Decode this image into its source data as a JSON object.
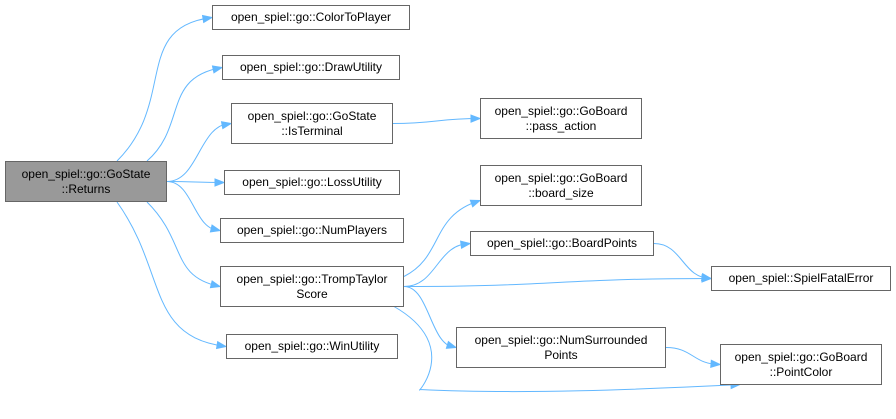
{
  "diagram": {
    "type": "call-graph",
    "colors": {
      "edge": "#63b8ff",
      "root_fill": "#999999",
      "node_border": "#666666",
      "node_fill": "#ffffff"
    },
    "nodes": [
      {
        "id": "returns",
        "lines": [
          "open_spiel::go::GoState",
          "::Returns"
        ],
        "root": true
      },
      {
        "id": "colortoplayer",
        "lines": [
          "open_spiel::go::ColorToPlayer"
        ]
      },
      {
        "id": "drawutility",
        "lines": [
          "open_spiel::go::DrawUtility"
        ]
      },
      {
        "id": "isterminal",
        "lines": [
          "open_spiel::go::GoState",
          "::IsTerminal"
        ]
      },
      {
        "id": "lossutility",
        "lines": [
          "open_spiel::go::LossUtility"
        ]
      },
      {
        "id": "numplayers",
        "lines": [
          "open_spiel::go::NumPlayers"
        ]
      },
      {
        "id": "tromptaylor",
        "lines": [
          "open_spiel::go::TrompTaylor",
          "Score"
        ]
      },
      {
        "id": "winutility",
        "lines": [
          "open_spiel::go::WinUtility"
        ]
      },
      {
        "id": "passaction",
        "lines": [
          "open_spiel::go::GoBoard",
          "::pass_action"
        ]
      },
      {
        "id": "boardsize",
        "lines": [
          "open_spiel::go::GoBoard",
          "::board_size"
        ]
      },
      {
        "id": "boardpoints",
        "lines": [
          "open_spiel::go::BoardPoints"
        ]
      },
      {
        "id": "numsurrounded",
        "lines": [
          "open_spiel::go::NumSurrounded",
          "Points"
        ]
      },
      {
        "id": "spielfatal",
        "lines": [
          "open_spiel::SpielFatalError"
        ]
      },
      {
        "id": "pointcolor",
        "lines": [
          "open_spiel::go::GoBoard",
          "::PointColor"
        ]
      }
    ],
    "edges": [
      [
        "returns",
        "colortoplayer"
      ],
      [
        "returns",
        "drawutility"
      ],
      [
        "returns",
        "isterminal"
      ],
      [
        "returns",
        "lossutility"
      ],
      [
        "returns",
        "numplayers"
      ],
      [
        "returns",
        "tromptaylor"
      ],
      [
        "returns",
        "winutility"
      ],
      [
        "isterminal",
        "passaction"
      ],
      [
        "tromptaylor",
        "boardsize"
      ],
      [
        "tromptaylor",
        "boardpoints"
      ],
      [
        "tromptaylor",
        "spielfatal"
      ],
      [
        "tromptaylor",
        "numsurrounded"
      ],
      [
        "tromptaylor",
        "pointcolor"
      ],
      [
        "boardpoints",
        "spielfatal"
      ],
      [
        "numsurrounded",
        "pointcolor"
      ]
    ]
  }
}
